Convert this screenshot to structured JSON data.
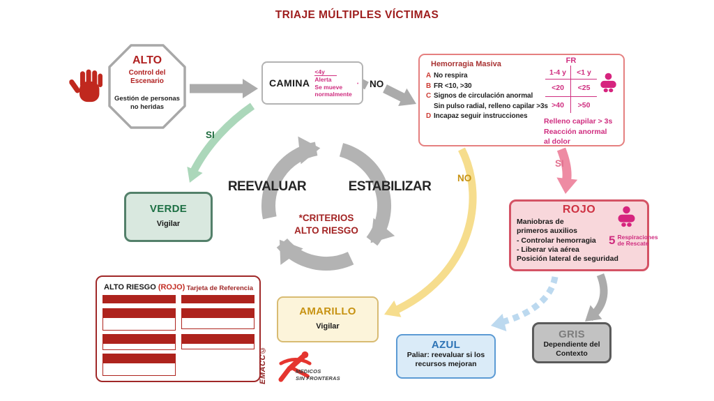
{
  "title": "TRIAJE MÚLTIPLES VÍCTIMAS",
  "alto": {
    "title": "ALTO",
    "subtitle": "Control del Escenario",
    "note": "Gestión de personas no heridas"
  },
  "camina": {
    "label": "CAMINA",
    "age": "<4y",
    "lines": [
      "Alerta",
      "Se mueve",
      "normalmente"
    ]
  },
  "connectors": {
    "no_walk": "NO",
    "si_green": "SI",
    "no_yellow": "NO",
    "si_pink": "SI"
  },
  "hemorragia": {
    "title": "Hemorragia Masiva",
    "items": [
      {
        "letter": "A",
        "text": "No respira"
      },
      {
        "letter": "B",
        "text": "FR <10, >30"
      },
      {
        "letter": "C",
        "text": "Signos de circulación anormal"
      },
      {
        "letter": "",
        "text": "Sin pulso radial, relleno capilar >3s"
      },
      {
        "letter": "D",
        "text": "Incapaz seguir instrucciones"
      }
    ],
    "fr_table": {
      "header": "FR",
      "cols": [
        "1-4 y",
        "<1 y"
      ],
      "rows": [
        [
          "<20",
          "<25"
        ],
        [
          ">40",
          ">50"
        ]
      ]
    },
    "notes": [
      "Relleno capilar > 3s",
      "Reacción anormal",
      "al dolor"
    ]
  },
  "cycle": {
    "left": "REEVALUAR",
    "right": "ESTABILIZAR",
    "center_line1": "*CRITERIOS",
    "center_line2": "ALTO RIESGO"
  },
  "verde": {
    "title": "VERDE",
    "subtitle": "Vigilar"
  },
  "rojo": {
    "title": "ROJO",
    "lines": [
      "Maniobras de",
      "primeros auxilios",
      "- Controlar hemorragia",
      "- Liberar via aérea"
    ],
    "footer": "Posición lateral de seguridad",
    "rescue_number": "5",
    "rescue_line1": "Respiraciones",
    "rescue_line2": "de Rescate"
  },
  "amarillo": {
    "title": "AMARILLO",
    "subtitle": "Vigilar"
  },
  "azul": {
    "title": "AZUL",
    "lines": [
      "Paliar: reevaluar si los",
      "recursos mejoran"
    ]
  },
  "gris": {
    "title": "GRIS",
    "lines": [
      "Dependiente del",
      "Contexto"
    ]
  },
  "reference_card": {
    "title": "ALTO RIESGO",
    "title_tag": "(ROJO)",
    "subtitle": "Tarjeta de Referencia"
  },
  "footer": {
    "emacc": "EMACC©",
    "msf_line1": "MEDICOS",
    "msf_line2": "SIN FRONTERAS"
  },
  "colors": {
    "dark_red": "#9e1c1c",
    "magenta": "#cf2d7f",
    "green": "#1d7044",
    "yellow": "#c79212",
    "blue": "#2d73b5",
    "gray": "#7d7d7d",
    "red": "#ce3142",
    "arrow_gray": "#ababab"
  }
}
